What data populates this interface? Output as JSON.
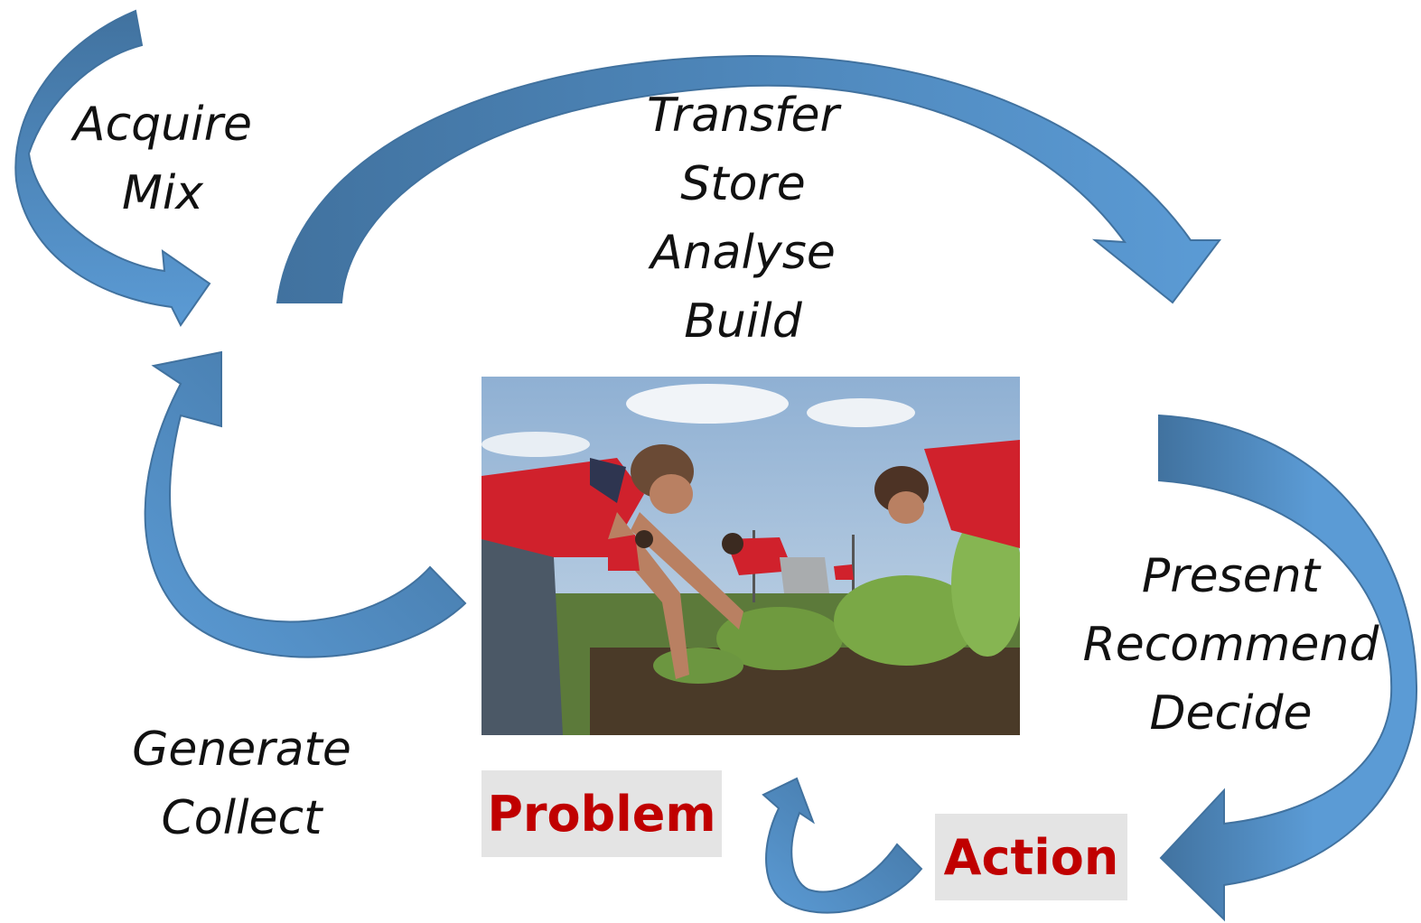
{
  "labels": {
    "acquire_mix": [
      "Acquire",
      "Mix"
    ],
    "transfer_build": [
      "Transfer",
      "Store",
      "Analyse",
      "Build"
    ],
    "present_decide": [
      "Present",
      "Recommend",
      "Decide"
    ],
    "generate_collect": [
      "Generate",
      "Collect"
    ]
  },
  "tags": {
    "problem": "Problem",
    "action": "Action"
  },
  "colors": {
    "arrow_light": "#5b9bd5",
    "arrow_dark": "#41729f",
    "tag_text": "#c00000",
    "tag_bg": "#e4e4e4"
  },
  "icons": {
    "photo": "students-planting-vegetables-photo"
  }
}
